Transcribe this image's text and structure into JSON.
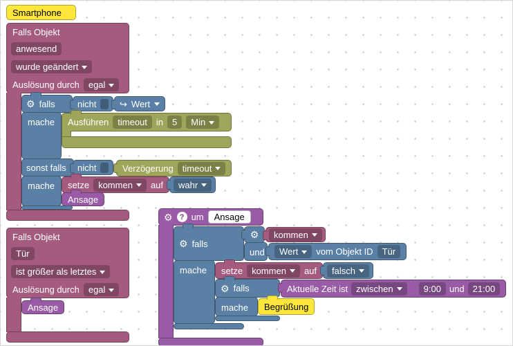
{
  "colors": {
    "trigger_pink": "#a55b80",
    "logic_blue": "#5b80a5",
    "timer_olive": "#9fa55b",
    "function_violet": "#995ba5",
    "highlight_yellow": "#fde73a",
    "grid_dot": "#c9c9c9"
  },
  "icons": {
    "gear": "⚙",
    "help": "?",
    "value": "↪"
  },
  "smartphone": {
    "label": "Smartphone"
  },
  "trigger1": {
    "title": "Falls Objekt",
    "item": "anwesend",
    "event": "wurde geändert",
    "trigger_label": "Auslösung durch",
    "trigger_value": "egal"
  },
  "if1": {
    "falls_label": "falls",
    "mache1_label": "mache",
    "sonst_falls_label": "sonst falls",
    "mache2_label": "mache",
    "nicht1": "nicht",
    "nicht2": "nicht",
    "wert": {
      "label": "Wert"
    },
    "ausfuehren": {
      "label": "Ausführen",
      "timer": "timeout",
      "in_label": "in",
      "delay": "5",
      "unit": "Min"
    },
    "verzoegerung": {
      "label": "Verzögerung",
      "timer": "timeout"
    },
    "setze": {
      "setze_label": "setze",
      "item": "kommen",
      "auf_label": "auf"
    },
    "wahr": "wahr",
    "ansage_call": "Ansage"
  },
  "trigger2": {
    "title": "Falls Objekt",
    "item": "Tür",
    "event": "ist größer als letztes",
    "trigger_label": "Auslösung durch",
    "trigger_value": "egal",
    "ansage_call": "Ansage"
  },
  "function_block": {
    "um_label": "um",
    "name": "Ansage"
  },
  "if2": {
    "falls_label": "falls",
    "mache_label": "mache",
    "und_block": {
      "item": "kommen",
      "und_label": "und",
      "wert": "Wert",
      "vom_label": "vom Objekt ID",
      "objekt_id": "Tür"
    },
    "setze": {
      "setze_label": "setze",
      "item": "kommen",
      "auf_label": "auf"
    },
    "falsch": "falsch"
  },
  "if3": {
    "falls_label": "falls",
    "mache_label": "mache",
    "zeit": {
      "label": "Aktuelle Zeit ist",
      "op": "zwischen",
      "from": "9:00",
      "und_label": "und",
      "to": "21:00"
    },
    "call": "Begrüßung"
  }
}
